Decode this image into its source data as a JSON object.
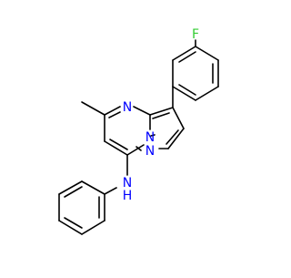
{
  "molecule": {
    "atom_labels": {
      "fluorine": "F",
      "n4": "N",
      "n_bridge": "N",
      "n_pyrazole": "N",
      "amine_n": "N",
      "amine_h": "H"
    },
    "colors": {
      "bond": "#000000",
      "nitrogen": "#0000ff",
      "fluorine": "#33cc33",
      "background": "#ffffff"
    }
  }
}
